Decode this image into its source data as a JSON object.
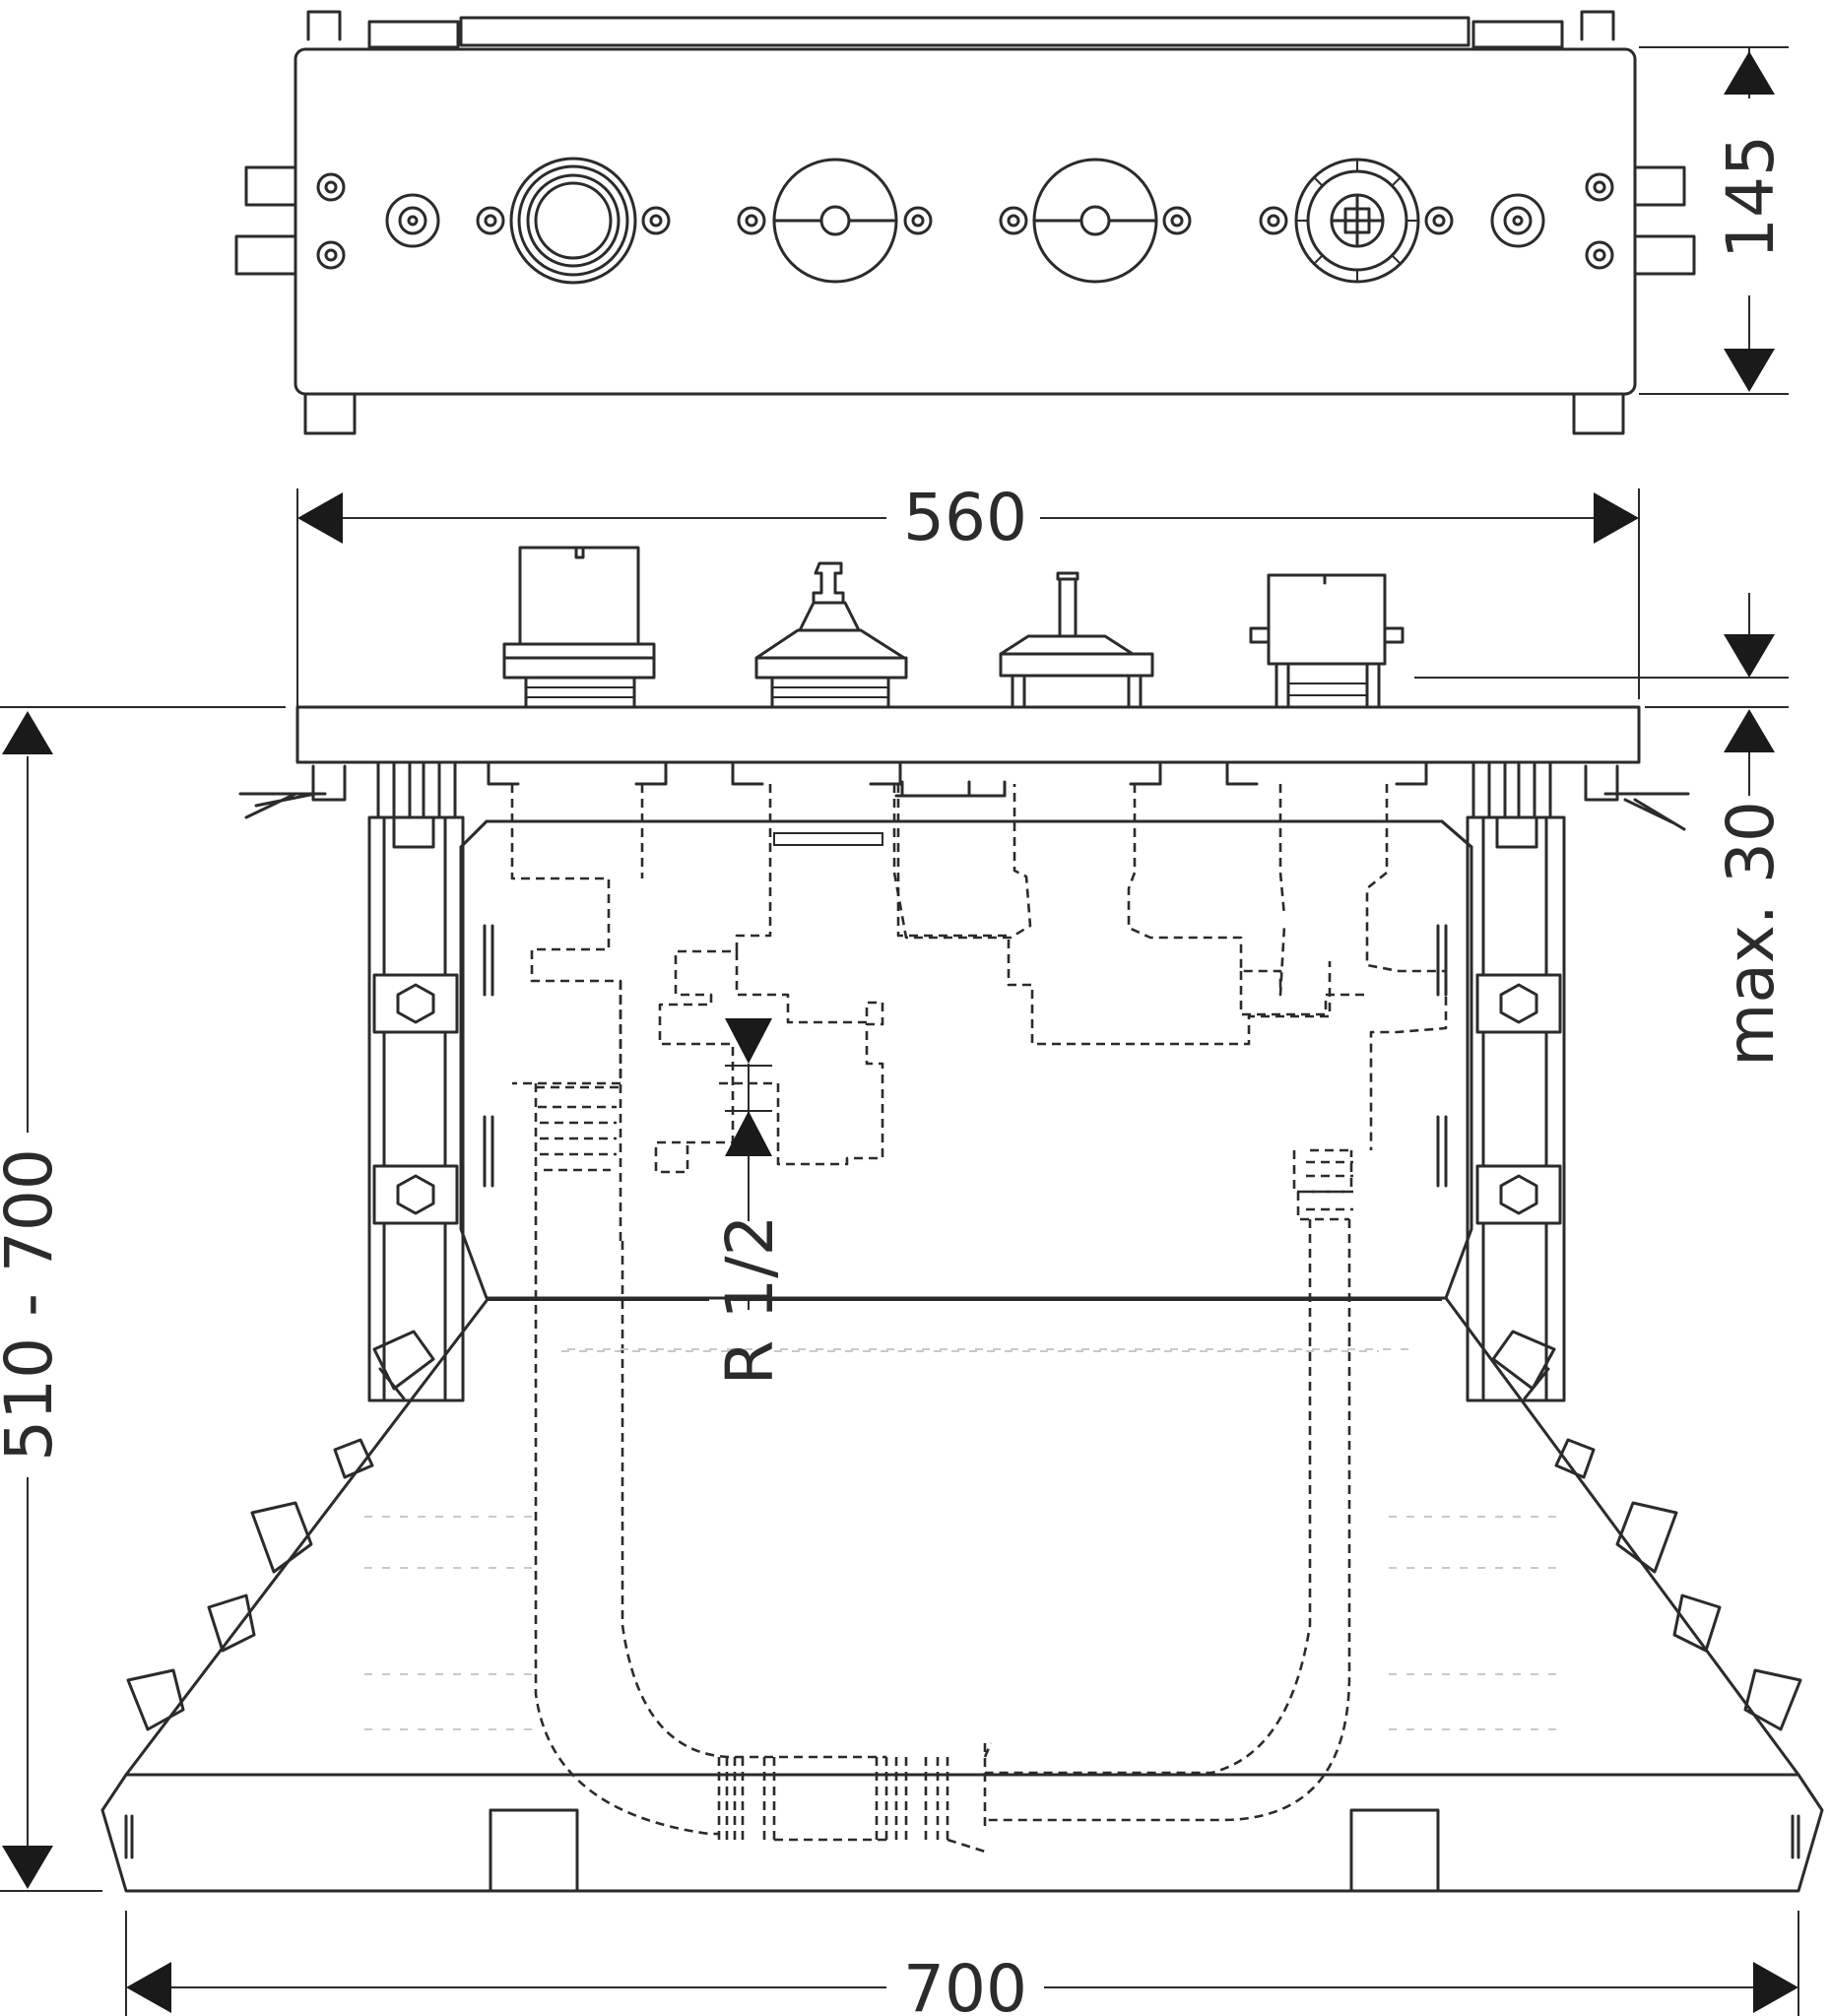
{
  "dimensions": {
    "top_height": "145",
    "width_upper": "560",
    "depth_range": "510 - 700",
    "max_depth": "max. 30",
    "thread": "R 1/2",
    "width_lower": "700"
  },
  "colors": {
    "line": "#2b2b2b",
    "arrow": "#1a1a1a",
    "background": "#ffffff"
  }
}
